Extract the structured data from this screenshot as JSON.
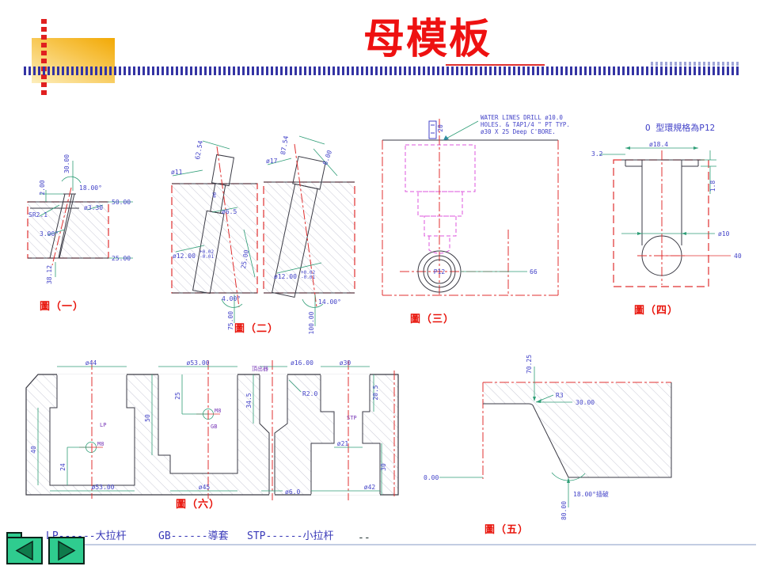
{
  "slide": {
    "title": "母模板",
    "page_number": "--"
  },
  "colors": {
    "title_red": "#ee1111",
    "dim_text": "#4343c8",
    "dim_line": "#2f9e77",
    "centerline_red": "#e03030",
    "magenta": "#dd55dd",
    "stripe_blue": "#3434a4",
    "gold": "#f2a905",
    "nav_fill": "#2fcc8f",
    "nav_arrow": "#0f7a4b"
  },
  "legend": {
    "items": [
      "LP------大拉杆",
      "GB------導套",
      "STP------小拉杆"
    ]
  },
  "figures": {
    "fig1": {
      "label": "圖（一）",
      "dims": {
        "d2": "2.00",
        "d30": "30.00",
        "a18": "18.00°",
        "d50": "50.00",
        "sr": "SR2.1",
        "d330": "ø3.30",
        "a3": "3.00°",
        "d25": "25.00",
        "d3812": "38.12"
      }
    },
    "fig2": {
      "label": "圖（二）",
      "left": {
        "len": "62.54",
        "dia_top": "ø11",
        "dia_mid": "ø6.5",
        "dia_in": "ø6",
        "dia_pin": "ø12.00",
        "tol": "+0.02",
        "tol2": "-0.01",
        "seg": "25.00",
        "angle": "4.00°",
        "total": "75.00"
      },
      "right": {
        "len": "87.54",
        "dia_top": "ø17",
        "step": "8.00",
        "dia_pin": "ø12.00",
        "tol": "+0.02",
        "tol2": "-0.01",
        "angle": "14.00°",
        "total": "100.00"
      }
    },
    "fig3": {
      "label": "圖（三）",
      "note1": "WATER LINES DRILL ø10.0",
      "note2": "HOLES. & TAP1/4 \" PT TYP.",
      "note3": "ø30 X 25 Deep C'BORE.",
      "ring": "P12",
      "d66": "66",
      "d20": "20"
    },
    "fig4": {
      "label": "圖（四）",
      "title": "O 型環規格為P12",
      "d184": "ø18.4",
      "d32": "3.2",
      "d18": "1.8",
      "d10": "ø10",
      "d40": "40"
    },
    "fig5": {
      "label": "圖（五）",
      "d7025": "70.25",
      "r3": "R3",
      "d30": "30.00",
      "zero": "0.00",
      "angle": "18.00°插破",
      "d80": "80.00"
    },
    "fig6": {
      "label": "圖（六）",
      "top": {
        "d44": "ø44",
        "d53": "ø53.00",
        "d16": "ø16.00",
        "d30": "ø30"
      },
      "bottom": {
        "d53": "ø53.00",
        "d45": "ø45",
        "d6": "ø6.0",
        "d42": "ø42"
      },
      "v": {
        "d40": "40",
        "d24": "24",
        "d50": "50",
        "d25": "25",
        "d345": "34.5",
        "d205": "20.5",
        "d30": "30"
      },
      "marks": {
        "lp": "LP",
        "m8a": "M8",
        "gb": "GB",
        "m8b": "M8",
        "stp": "STP",
        "sprue": "頂出器",
        "r2": "R2.0"
      }
    }
  }
}
